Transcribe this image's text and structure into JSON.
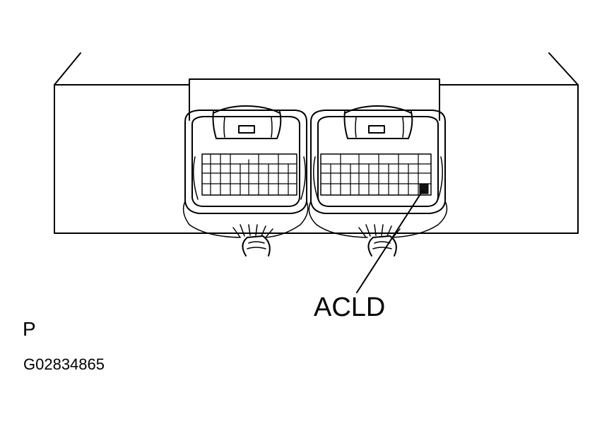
{
  "diagram": {
    "callout_label": "ACLD",
    "connector_code": "P",
    "figure_id": "G02834865",
    "colors": {
      "line": "#000000",
      "background": "#ffffff",
      "terminal_fill": "#111111"
    }
  }
}
